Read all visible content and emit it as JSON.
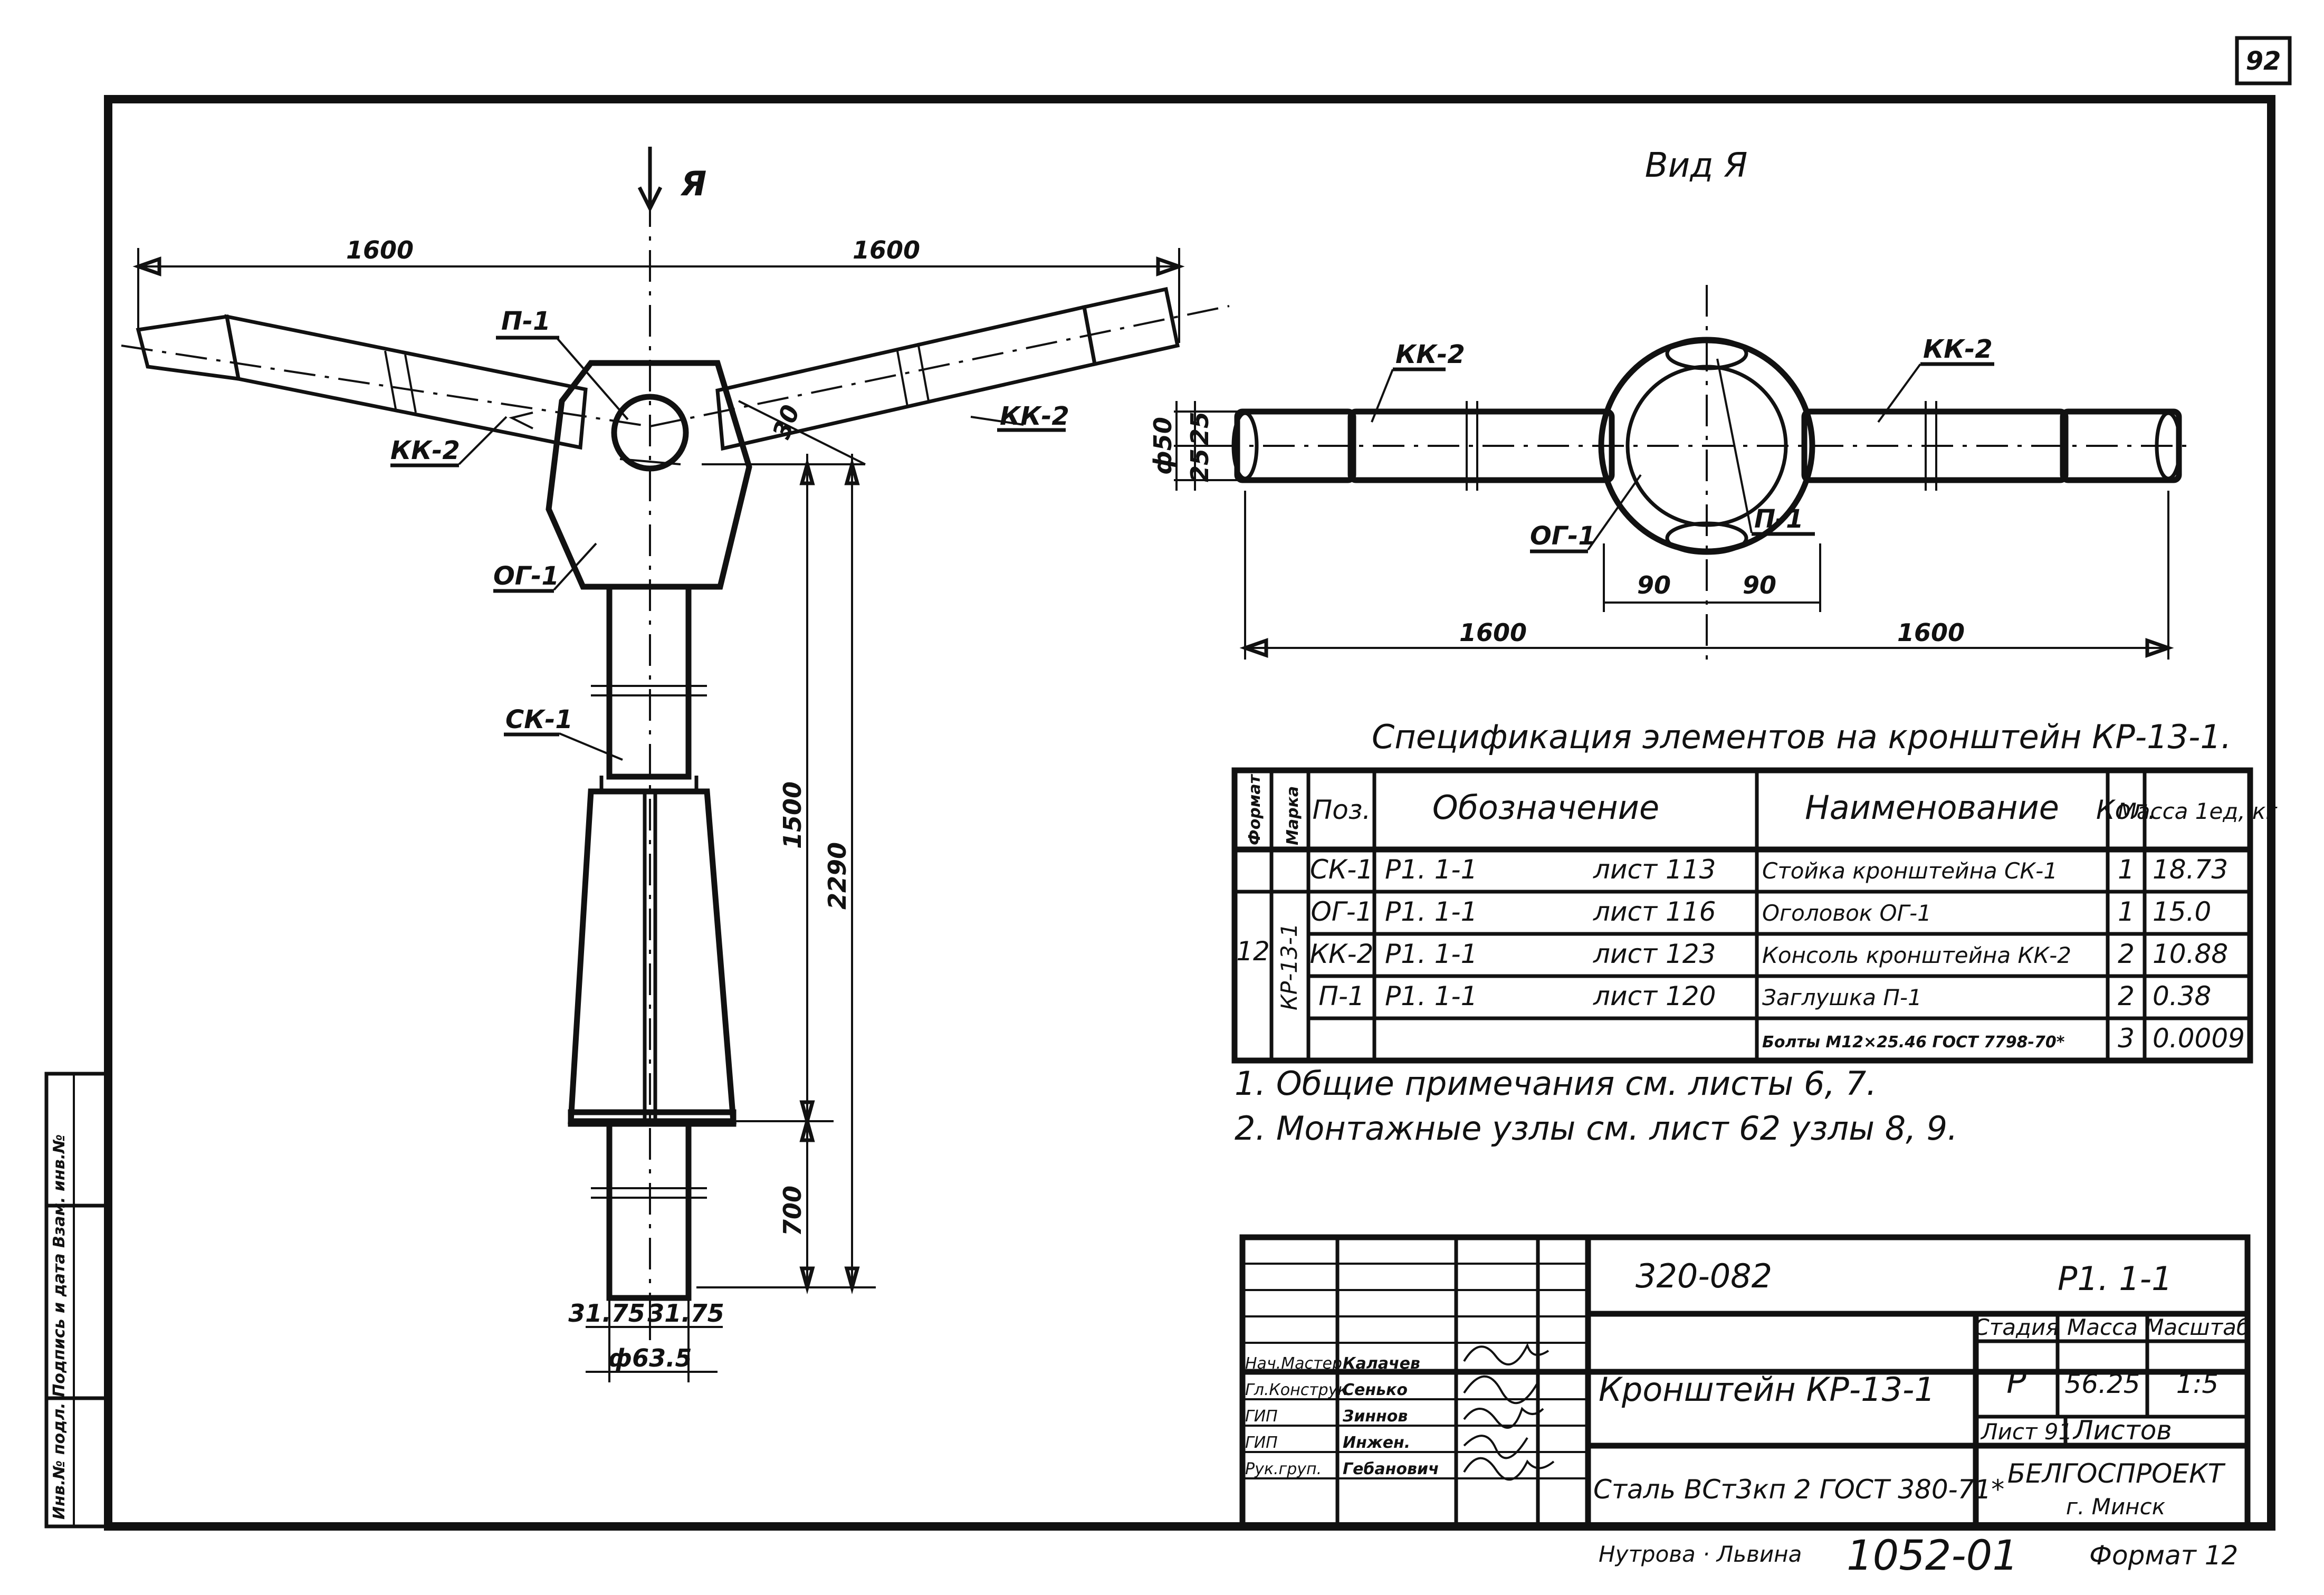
{
  "sheet": {
    "page_number": "92",
    "format_line": {
      "signatures": "Нутрова · Львина",
      "code": "1052-01",
      "format": "Формат 12"
    },
    "side_strip": "Инв.№ подл.  Подпись и дата  Взам. инв.№"
  },
  "front_view": {
    "view_marker": "Я",
    "dims": {
      "left_span": "1600",
      "right_span": "1600",
      "height_total": "2290",
      "height_middle": "1500",
      "height_bottom": "700",
      "angle": "30",
      "offset_left": "31.75",
      "offset_right": "31.75",
      "diameter": "ф63.5"
    },
    "labels": {
      "p1": "П-1",
      "kk2_left": "КК-2",
      "kk2_right": "КК-2",
      "og1": "ОГ-1",
      "sk1": "СК-1"
    }
  },
  "view_a": {
    "title": "Вид Я",
    "labels": {
      "kk2_left": "КК-2",
      "kk2_right": "КК-2",
      "og1": "ОГ-1",
      "p1": "П-1"
    },
    "dims": {
      "dia": "ф50",
      "h1": "25",
      "h2": "25",
      "off_left": "90",
      "off_right": "90",
      "span_left": "1600",
      "span_right": "1600"
    }
  },
  "spec": {
    "title": "Спецификация элементов на кронштейн КР-13-1.",
    "headers": {
      "format": "Формат",
      "mark": "Марка",
      "pos": "Поз.",
      "designation": "Обозначение",
      "name": "Наименование",
      "qty": "Кол.",
      "mass": "Масса 1ед, кг"
    },
    "format_value": "12",
    "mark_value": "КР-13-1",
    "rows": [
      {
        "pos": "СК-1",
        "doc": "Р1. 1-1",
        "sheet": "лист 113",
        "name": "Стойка кронштейна СК-1",
        "qty": "1",
        "mass": "18.73"
      },
      {
        "pos": "ОГ-1",
        "doc": "Р1. 1-1",
        "sheet": "лист 116",
        "name": "Оголовок   ОГ-1",
        "qty": "1",
        "mass": "15.0"
      },
      {
        "pos": "КК-2",
        "doc": "Р1. 1-1",
        "sheet": "лист 123",
        "name": "Консоль кронштейна КК-2",
        "qty": "2",
        "mass": "10.88"
      },
      {
        "pos": "П-1",
        "doc": "Р1. 1-1",
        "sheet": "лист 120",
        "name": "Заглушка      П-1",
        "qty": "2",
        "mass": "0.38"
      },
      {
        "pos": "",
        "doc": "",
        "sheet": "",
        "name": "Болты М12×25.46 ГОСТ 7798-70*",
        "qty": "3",
        "mass": "0.0009"
      }
    ]
  },
  "notes": [
    "1. Общие примечания  см. листы   6, 7.",
    "2. Монтажные  узлы  см. лист   62 узлы 8, 9."
  ],
  "title_block": {
    "project": "320-082",
    "code": "Р1. 1-1",
    "title": "Кронштейн КР-13-1",
    "material": "Сталь ВСт3кп 2 ГОСТ 380-71*",
    "stage_hdr": "Стадия",
    "mass_hdr": "Масса",
    "scale_hdr": "Масштаб",
    "stage": "Р",
    "mass": "56.25",
    "scale": "1:5",
    "sheet_lbl": "Лист 91",
    "sheets_lbl": "Листов",
    "org": "БЕЛГОСПРОЕКТ",
    "city": "г. Минск",
    "staff": [
      {
        "role": "Нач.Мастер.",
        "name": "Калачев"
      },
      {
        "role": "Гл.Конструк.",
        "name": "Сенько"
      },
      {
        "role": "ГИП",
        "name": "Зиннов"
      },
      {
        "role": "ГИП",
        "name": "Инжен."
      },
      {
        "role": "Рук.груп.",
        "name": "Гебанович"
      }
    ]
  }
}
